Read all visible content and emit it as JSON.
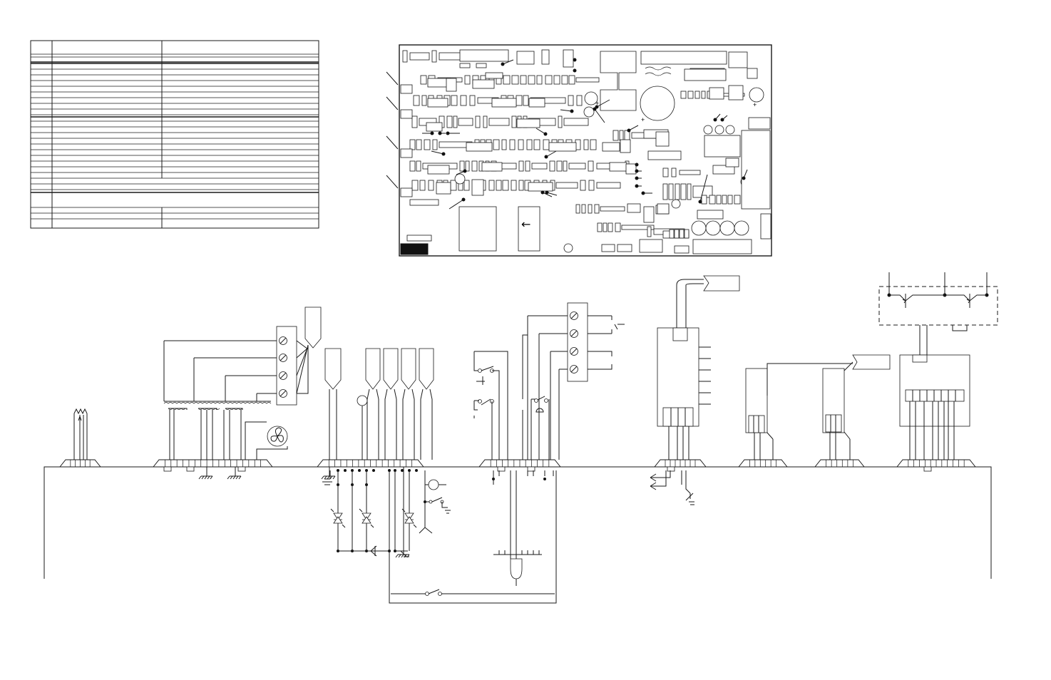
{
  "legend_table": {
    "row_count": 30,
    "column_count": 3,
    "visible_text": []
  },
  "circuit_board": {
    "arrow_glyph": "←",
    "plus_marks": [
      "+",
      "+",
      "+"
    ]
  },
  "connectors": [
    "connector-sensor",
    "connector-transformer",
    "connector-thermistors",
    "connector-door-switches",
    "connector-terminal-block",
    "connector-module-a",
    "connector-module-b",
    "connector-module-c",
    "connector-transistor-array"
  ],
  "icons": [
    "fan-motor-icon",
    "screw-terminal-icon",
    "diode-icon",
    "switch-icon",
    "ground-icon",
    "lamp-icon"
  ],
  "colors": {
    "ink": "#1a1a1a",
    "paper": "#ffffff"
  }
}
